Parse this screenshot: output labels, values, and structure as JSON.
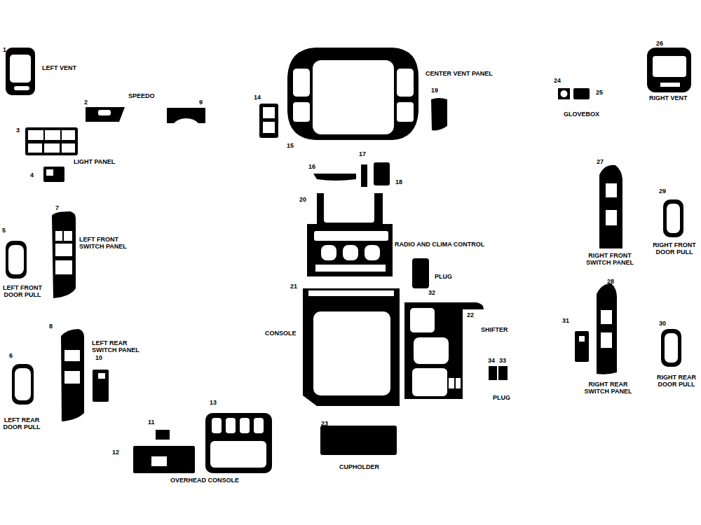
{
  "diagram": {
    "labels": [
      "1",
      "LEFT VENT",
      "2",
      "SPEEDO",
      "9",
      "3",
      "LIGHT PANEL",
      "4",
      "5",
      "7",
      "LEFT FRONT SWITCH PANEL",
      "LEFT FRONT DOOR PULL",
      "8",
      "LEFT REAR SWITCH PANEL",
      "6",
      "10",
      "LEFT REAR DOOR PULL",
      "11",
      "12",
      "13",
      "OVERHEAD CONSOLE",
      "14",
      "15",
      "CENTER VENT PANEL",
      "19",
      "16",
      "17",
      "18",
      "20",
      "RADIO AND CLIMA CONTROL",
      "PLUG",
      "21",
      "32",
      "CONSOLE",
      "22",
      "SHIFTER",
      "34",
      "33",
      "PLUG",
      "23",
      "CUPHOLDER",
      "24",
      "25",
      "GLOVEBOX",
      "26",
      "RIGHT VENT",
      "27",
      "RIGHT FRONT SWITCH PANEL",
      "29",
      "RIGHT FRONT DOOR PULL",
      "28",
      "31",
      "30",
      "RIGHT REAR SWITCH PANEL",
      "RIGHT REAR DOOR PULL"
    ]
  }
}
